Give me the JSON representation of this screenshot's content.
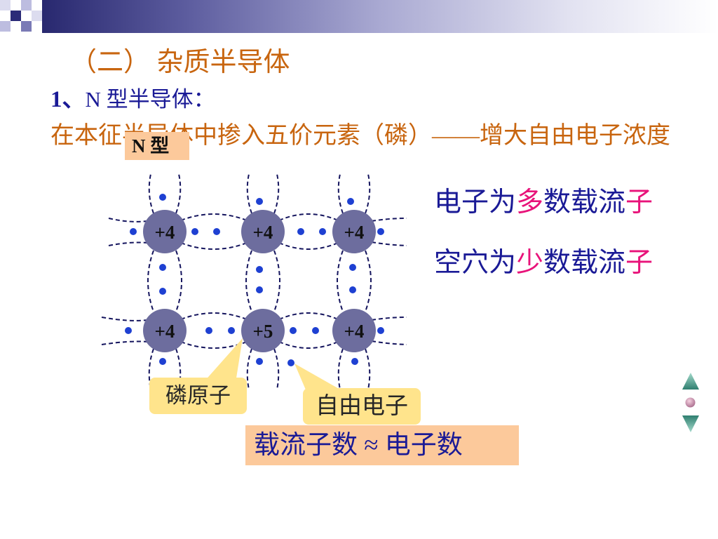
{
  "colors": {
    "title": "#C8650F",
    "navy": "#1A1A96",
    "highlight": "#E8137A",
    "atom": "#6D6D9E",
    "electron": "#1E40D2",
    "bond": "#15155E",
    "callout": "#FFE48C",
    "peach": "#FCC99B"
  },
  "slide": {
    "title": "（二） 杂质半导体",
    "section_number": "1、",
    "section_title": "N 型半导体：",
    "description": "在本征半导体中掺入五价元素（磷）——增大自由电子浓度",
    "type_badge": "N 型"
  },
  "lattice": {
    "rows": [
      [
        "+4",
        "+4",
        "+4"
      ],
      [
        "+4",
        "+5",
        "+4"
      ]
    ],
    "phosphorus_label": "磷原子",
    "free_electron_label": "自由电子"
  },
  "statements": {
    "majority": [
      "电子为",
      "多",
      "数载流",
      "子"
    ],
    "minority": [
      "空穴为",
      "少",
      "数载流",
      "子"
    ]
  },
  "summary": "载流子数 ≈ 电子数",
  "nav": {
    "icons": [
      "nav-up-icon",
      "nav-return-icon",
      "nav-down-icon"
    ]
  }
}
